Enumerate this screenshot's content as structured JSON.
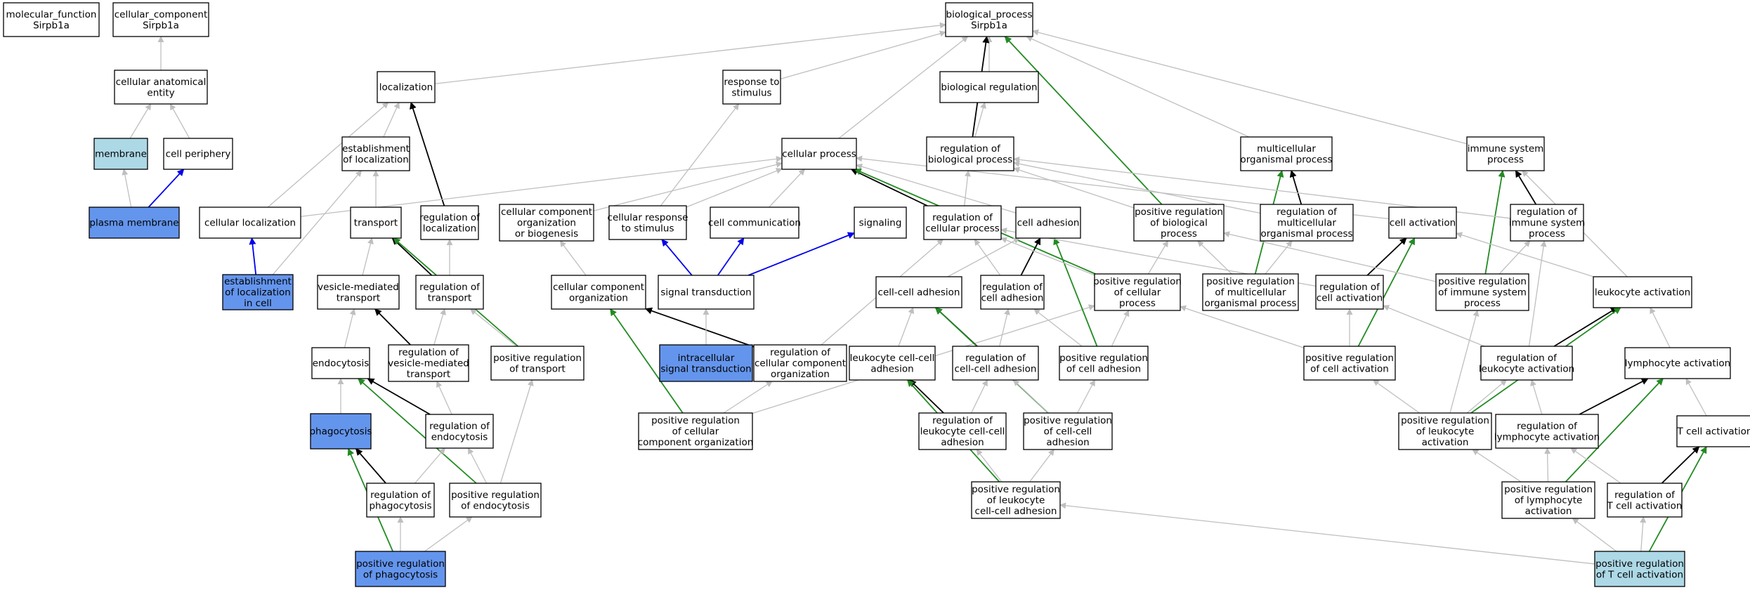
{
  "graph": {
    "title": "",
    "colors": {
      "node_default": "#ffffff",
      "node_light_blue": "#add8e6",
      "node_blue": "#6495ed",
      "edge_is_a": "#bfbfbf",
      "edge_part_of": "#000000",
      "edge_positively_regulates": "#228b22",
      "edge_occurs_in": "#0000ee"
    },
    "nodes": [
      {
        "id": "mf",
        "lines": [
          "molecular_function",
          "Sirpb1a"
        ],
        "fill": "default"
      },
      {
        "id": "cc",
        "lines": [
          "cellular_component",
          "Sirpb1a"
        ],
        "fill": "default"
      },
      {
        "id": "bp",
        "lines": [
          "biological_process",
          "Sirpb1a"
        ],
        "fill": "default"
      },
      {
        "id": "cae",
        "lines": [
          "cellular anatomical",
          "entity"
        ],
        "fill": "default"
      },
      {
        "id": "membrane",
        "lines": [
          "membrane"
        ],
        "fill": "light_blue"
      },
      {
        "id": "cellper",
        "lines": [
          "cell periphery"
        ],
        "fill": "default"
      },
      {
        "id": "plasmamem",
        "lines": [
          "plasma membrane"
        ],
        "fill": "blue"
      },
      {
        "id": "loc",
        "lines": [
          "localization"
        ],
        "fill": "default"
      },
      {
        "id": "estloc",
        "lines": [
          "establishment",
          "of localization"
        ],
        "fill": "default"
      },
      {
        "id": "cellloc",
        "lines": [
          "cellular localization"
        ],
        "fill": "default"
      },
      {
        "id": "transport",
        "lines": [
          "transport"
        ],
        "fill": "default"
      },
      {
        "id": "regloc",
        "lines": [
          "regulation of",
          "localization"
        ],
        "fill": "default"
      },
      {
        "id": "estlocincell",
        "lines": [
          "establishment",
          "of localization",
          "in cell"
        ],
        "fill": "blue"
      },
      {
        "id": "vesmed",
        "lines": [
          "vesicle-mediated",
          "transport"
        ],
        "fill": "default"
      },
      {
        "id": "regtransport",
        "lines": [
          "regulation of",
          "transport"
        ],
        "fill": "default"
      },
      {
        "id": "endocytosis",
        "lines": [
          "endocytosis"
        ],
        "fill": "default"
      },
      {
        "id": "regvesmed",
        "lines": [
          "regulation of",
          "vesicle-mediated",
          "transport"
        ],
        "fill": "default"
      },
      {
        "id": "posregtransport",
        "lines": [
          "positive regulation",
          "of transport"
        ],
        "fill": "default"
      },
      {
        "id": "phago",
        "lines": [
          "phagocytosis"
        ],
        "fill": "blue"
      },
      {
        "id": "regendo",
        "lines": [
          "regulation of",
          "endocytosis"
        ],
        "fill": "default"
      },
      {
        "id": "regphago",
        "lines": [
          "regulation of",
          "phagocytosis"
        ],
        "fill": "default"
      },
      {
        "id": "posregendo",
        "lines": [
          "positive regulation",
          "of endocytosis"
        ],
        "fill": "default"
      },
      {
        "id": "posregphago",
        "lines": [
          "positive regulation",
          "of phagocytosis"
        ],
        "fill": "blue"
      },
      {
        "id": "resp",
        "lines": [
          "response to",
          "stimulus"
        ],
        "fill": "default"
      },
      {
        "id": "biolreg",
        "lines": [
          "biological regulation"
        ],
        "fill": "default"
      },
      {
        "id": "cellproc",
        "lines": [
          "cellular process"
        ],
        "fill": "default"
      },
      {
        "id": "regbp",
        "lines": [
          "regulation of",
          "biological process"
        ],
        "fill": "default"
      },
      {
        "id": "ccob",
        "lines": [
          "cellular component",
          "organization",
          "or biogenesis"
        ],
        "fill": "default"
      },
      {
        "id": "cellresp",
        "lines": [
          "cellular response",
          "to stimulus"
        ],
        "fill": "default"
      },
      {
        "id": "cellcomm",
        "lines": [
          "cell communication"
        ],
        "fill": "default"
      },
      {
        "id": "signaling",
        "lines": [
          "signaling"
        ],
        "fill": "default"
      },
      {
        "id": "regcp",
        "lines": [
          "regulation of",
          "cellular process"
        ],
        "fill": "default"
      },
      {
        "id": "celladh",
        "lines": [
          "cell adhesion"
        ],
        "fill": "default"
      },
      {
        "id": "ccorg",
        "lines": [
          "cellular component",
          "organization"
        ],
        "fill": "default"
      },
      {
        "id": "sigtrans",
        "lines": [
          "signal transduction"
        ],
        "fill": "default"
      },
      {
        "id": "intrasig",
        "lines": [
          "intracellular",
          "signal transduction"
        ],
        "fill": "blue"
      },
      {
        "id": "regccorg",
        "lines": [
          "regulation of",
          "cellular component",
          "organization"
        ],
        "fill": "default"
      },
      {
        "id": "posregccorg",
        "lines": [
          "positive regulation",
          "of cellular",
          "component organization"
        ],
        "fill": "default"
      },
      {
        "id": "ccadh",
        "lines": [
          "cell-cell adhesion"
        ],
        "fill": "default"
      },
      {
        "id": "regcelladh",
        "lines": [
          "regulation of",
          "cell adhesion"
        ],
        "fill": "default"
      },
      {
        "id": "leukccadh",
        "lines": [
          "leukocyte cell-cell",
          "adhesion"
        ],
        "fill": "default"
      },
      {
        "id": "regccadh",
        "lines": [
          "regulation of",
          "cell-cell adhesion"
        ],
        "fill": "default"
      },
      {
        "id": "posregcelladh",
        "lines": [
          "positive regulation",
          "of cell adhesion"
        ],
        "fill": "default"
      },
      {
        "id": "regleukccadh",
        "lines": [
          "regulation of",
          "leukocyte cell-cell",
          "adhesion"
        ],
        "fill": "default"
      },
      {
        "id": "posregccadh",
        "lines": [
          "positive regulation",
          "of cell-cell",
          "adhesion"
        ],
        "fill": "default"
      },
      {
        "id": "posregleukccadh",
        "lines": [
          "positive regulation",
          "of leukocyte",
          "cell-cell adhesion"
        ],
        "fill": "default"
      },
      {
        "id": "posregcp",
        "lines": [
          "positive regulation",
          "of cellular",
          "process"
        ],
        "fill": "default"
      },
      {
        "id": "posregbp",
        "lines": [
          "positive regulation",
          "of biological",
          "process"
        ],
        "fill": "default"
      },
      {
        "id": "multiorg",
        "lines": [
          "multicellular",
          "organismal process"
        ],
        "fill": "default"
      },
      {
        "id": "regmultiorg",
        "lines": [
          "regulation of",
          "multicellular",
          "organismal process"
        ],
        "fill": "default"
      },
      {
        "id": "posregmultiorg",
        "lines": [
          "positive regulation",
          "of multicellular",
          "organismal process"
        ],
        "fill": "default"
      },
      {
        "id": "cellact",
        "lines": [
          "cell activation"
        ],
        "fill": "default"
      },
      {
        "id": "regcellact",
        "lines": [
          "regulation of",
          "cell activation"
        ],
        "fill": "default"
      },
      {
        "id": "posregcellact",
        "lines": [
          "positive regulation",
          "of cell activation"
        ],
        "fill": "default"
      },
      {
        "id": "immsys",
        "lines": [
          "immune system",
          "process"
        ],
        "fill": "default"
      },
      {
        "id": "regimmsys",
        "lines": [
          "regulation of",
          "immune system",
          "process"
        ],
        "fill": "default"
      },
      {
        "id": "posregimmsys",
        "lines": [
          "positive regulation",
          "of immune system",
          "process"
        ],
        "fill": "default"
      },
      {
        "id": "leukact",
        "lines": [
          "leukocyte activation"
        ],
        "fill": "default"
      },
      {
        "id": "regleukact",
        "lines": [
          "regulation of",
          "leukocyte activation"
        ],
        "fill": "default"
      },
      {
        "id": "lymphact",
        "lines": [
          "lymphocyte activation"
        ],
        "fill": "default"
      },
      {
        "id": "posregleukact",
        "lines": [
          "positive regulation",
          "of leukocyte",
          "activation"
        ],
        "fill": "default"
      },
      {
        "id": "reglymphact",
        "lines": [
          "regulation of",
          "lymphocyte activation"
        ],
        "fill": "default"
      },
      {
        "id": "tcellact",
        "lines": [
          "T cell activation"
        ],
        "fill": "default"
      },
      {
        "id": "posreglymphact",
        "lines": [
          "positive regulation",
          "of lymphocyte",
          "activation"
        ],
        "fill": "default"
      },
      {
        "id": "regtcellact",
        "lines": [
          "regulation of",
          "T cell activation"
        ],
        "fill": "default"
      },
      {
        "id": "posregtcellact",
        "lines": [
          "positive regulation",
          "of T cell activation"
        ],
        "fill": "light_blue"
      }
    ],
    "edges": [
      [
        "cae",
        "cc",
        "is_a"
      ],
      [
        "membrane",
        "cae",
        "is_a"
      ],
      [
        "cellper",
        "cae",
        "is_a"
      ],
      [
        "plasmamem",
        "membrane",
        "is_a"
      ],
      [
        "plasmamem",
        "cellper",
        "occurs_in"
      ],
      [
        "loc",
        "bp",
        "is_a"
      ],
      [
        "resp",
        "bp",
        "is_a"
      ],
      [
        "biolreg",
        "bp",
        "is_a"
      ],
      [
        "cellproc",
        "bp",
        "is_a"
      ],
      [
        "regbp",
        "bp",
        "part_of"
      ],
      [
        "posregbp",
        "bp",
        "positively_regulates"
      ],
      [
        "multiorg",
        "bp",
        "is_a"
      ],
      [
        "immsys",
        "bp",
        "is_a"
      ],
      [
        "regbp",
        "biolreg",
        "is_a"
      ],
      [
        "estloc",
        "loc",
        "is_a"
      ],
      [
        "cellloc",
        "loc",
        "is_a"
      ],
      [
        "regloc",
        "loc",
        "part_of"
      ],
      [
        "transport",
        "estloc",
        "is_a"
      ],
      [
        "estlocincell",
        "estloc",
        "is_a"
      ],
      [
        "estlocincell",
        "cellloc",
        "occurs_in"
      ],
      [
        "cellloc",
        "cellproc",
        "is_a"
      ],
      [
        "regtransport",
        "transport",
        "part_of"
      ],
      [
        "posregtransport",
        "transport",
        "positively_regulates"
      ],
      [
        "vesmed",
        "transport",
        "is_a"
      ],
      [
        "regtransport",
        "regloc",
        "is_a"
      ],
      [
        "endocytosis",
        "vesmed",
        "is_a"
      ],
      [
        "regvesmed",
        "vesmed",
        "part_of"
      ],
      [
        "regvesmed",
        "regtransport",
        "is_a"
      ],
      [
        "posregtransport",
        "regtransport",
        "is_a"
      ],
      [
        "phago",
        "endocytosis",
        "is_a"
      ],
      [
        "regendo",
        "endocytosis",
        "part_of"
      ],
      [
        "posregendo",
        "endocytosis",
        "positively_regulates"
      ],
      [
        "regendo",
        "regvesmed",
        "is_a"
      ],
      [
        "regphago",
        "regendo",
        "is_a"
      ],
      [
        "posregendo",
        "regendo",
        "is_a"
      ],
      [
        "posregendo",
        "posregtransport",
        "is_a"
      ],
      [
        "regphago",
        "phago",
        "part_of"
      ],
      [
        "posregphago",
        "phago",
        "positively_regulates"
      ],
      [
        "posregphago",
        "regphago",
        "is_a"
      ],
      [
        "posregphago",
        "posregendo",
        "is_a"
      ],
      [
        "cellresp",
        "resp",
        "is_a"
      ],
      [
        "cellresp",
        "cellproc",
        "is_a"
      ],
      [
        "cellcomm",
        "cellproc",
        "is_a"
      ],
      [
        "ccob",
        "cellproc",
        "is_a"
      ],
      [
        "regcp",
        "cellproc",
        "part_of"
      ],
      [
        "regcp",
        "regbp",
        "is_a"
      ],
      [
        "celladh",
        "cellproc",
        "is_a"
      ],
      [
        "posregcp",
        "cellproc",
        "positively_regulates"
      ],
      [
        "sigtrans",
        "cellresp",
        "occurs_in"
      ],
      [
        "sigtrans",
        "cellcomm",
        "occurs_in"
      ],
      [
        "sigtrans",
        "signaling",
        "occurs_in"
      ],
      [
        "ccorg",
        "ccob",
        "is_a"
      ],
      [
        "regccorg",
        "ccorg",
        "part_of"
      ],
      [
        "posregccorg",
        "ccorg",
        "positively_regulates"
      ],
      [
        "intrasig",
        "sigtrans",
        "is_a"
      ],
      [
        "regccorg",
        "regcp",
        "is_a"
      ],
      [
        "posregccorg",
        "regccorg",
        "is_a"
      ],
      [
        "posregccorg",
        "posregcp",
        "is_a"
      ],
      [
        "ccadh",
        "celladh",
        "is_a"
      ],
      [
        "regcelladh",
        "celladh",
        "part_of"
      ],
      [
        "posregcelladh",
        "celladh",
        "positively_regulates"
      ],
      [
        "regcelladh",
        "regcp",
        "is_a"
      ],
      [
        "leukccadh",
        "ccadh",
        "is_a"
      ],
      [
        "regccadh",
        "ccadh",
        "part_of"
      ],
      [
        "posregccadh",
        "ccadh",
        "positively_regulates"
      ],
      [
        "regccadh",
        "regcelladh",
        "is_a"
      ],
      [
        "posregcelladh",
        "regcelladh",
        "is_a"
      ],
      [
        "posregcelladh",
        "posregcp",
        "is_a"
      ],
      [
        "regleukccadh",
        "leukccadh",
        "part_of"
      ],
      [
        "regleukccadh",
        "regccadh",
        "is_a"
      ],
      [
        "posregccadh",
        "regccadh",
        "is_a"
      ],
      [
        "posregccadh",
        "posregcelladh",
        "is_a"
      ],
      [
        "posregleukccadh",
        "leukccadh",
        "positively_regulates"
      ],
      [
        "posregleukccadh",
        "regleukccadh",
        "is_a"
      ],
      [
        "posregleukccadh",
        "posregccadh",
        "is_a"
      ],
      [
        "posregcp",
        "regcp",
        "is_a"
      ],
      [
        "posregcp",
        "posregbp",
        "is_a"
      ],
      [
        "posregbp",
        "regbp",
        "is_a"
      ],
      [
        "regmultiorg",
        "multiorg",
        "part_of"
      ],
      [
        "posregmultiorg",
        "multiorg",
        "positively_regulates"
      ],
      [
        "regmultiorg",
        "regbp",
        "is_a"
      ],
      [
        "posregmultiorg",
        "regmultiorg",
        "is_a"
      ],
      [
        "posregmultiorg",
        "posregbp",
        "is_a"
      ],
      [
        "cellact",
        "cellproc",
        "is_a"
      ],
      [
        "regcellact",
        "cellact",
        "part_of"
      ],
      [
        "posregcellact",
        "cellact",
        "positively_regulates"
      ],
      [
        "regcellact",
        "regcp",
        "is_a"
      ],
      [
        "posregcellact",
        "regcellact",
        "is_a"
      ],
      [
        "posregcellact",
        "posregcp",
        "is_a"
      ],
      [
        "regimmsys",
        "immsys",
        "part_of"
      ],
      [
        "posregimmsys",
        "immsys",
        "positively_regulates"
      ],
      [
        "regimmsys",
        "regbp",
        "is_a"
      ],
      [
        "posregimmsys",
        "regimmsys",
        "is_a"
      ],
      [
        "posregimmsys",
        "posregbp",
        "is_a"
      ],
      [
        "leukact",
        "immsys",
        "is_a"
      ],
      [
        "leukact",
        "cellact",
        "is_a"
      ],
      [
        "regleukact",
        "leukact",
        "part_of"
      ],
      [
        "posregleukact",
        "leukact",
        "positively_regulates"
      ],
      [
        "regleukact",
        "regcellact",
        "is_a"
      ],
      [
        "regleukact",
        "regimmsys",
        "is_a"
      ],
      [
        "posregleukact",
        "regleukact",
        "is_a"
      ],
      [
        "posregleukact",
        "posregcellact",
        "is_a"
      ],
      [
        "posregleukact",
        "posregimmsys",
        "is_a"
      ],
      [
        "lymphact",
        "leukact",
        "is_a"
      ],
      [
        "reglymphact",
        "lymphact",
        "part_of"
      ],
      [
        "posreglymphact",
        "lymphact",
        "positively_regulates"
      ],
      [
        "reglymphact",
        "regleukact",
        "is_a"
      ],
      [
        "posreglymphact",
        "reglymphact",
        "is_a"
      ],
      [
        "posreglymphact",
        "posregleukact",
        "is_a"
      ],
      [
        "tcellact",
        "lymphact",
        "is_a"
      ],
      [
        "regtcellact",
        "tcellact",
        "part_of"
      ],
      [
        "posregtcellact",
        "tcellact",
        "positively_regulates"
      ],
      [
        "regtcellact",
        "reglymphact",
        "is_a"
      ],
      [
        "posregtcellact",
        "regtcellact",
        "is_a"
      ],
      [
        "posregtcellact",
        "posreglymphact",
        "is_a"
      ],
      [
        "posregtcellact",
        "posregleukccadh",
        "is_a"
      ]
    ]
  }
}
